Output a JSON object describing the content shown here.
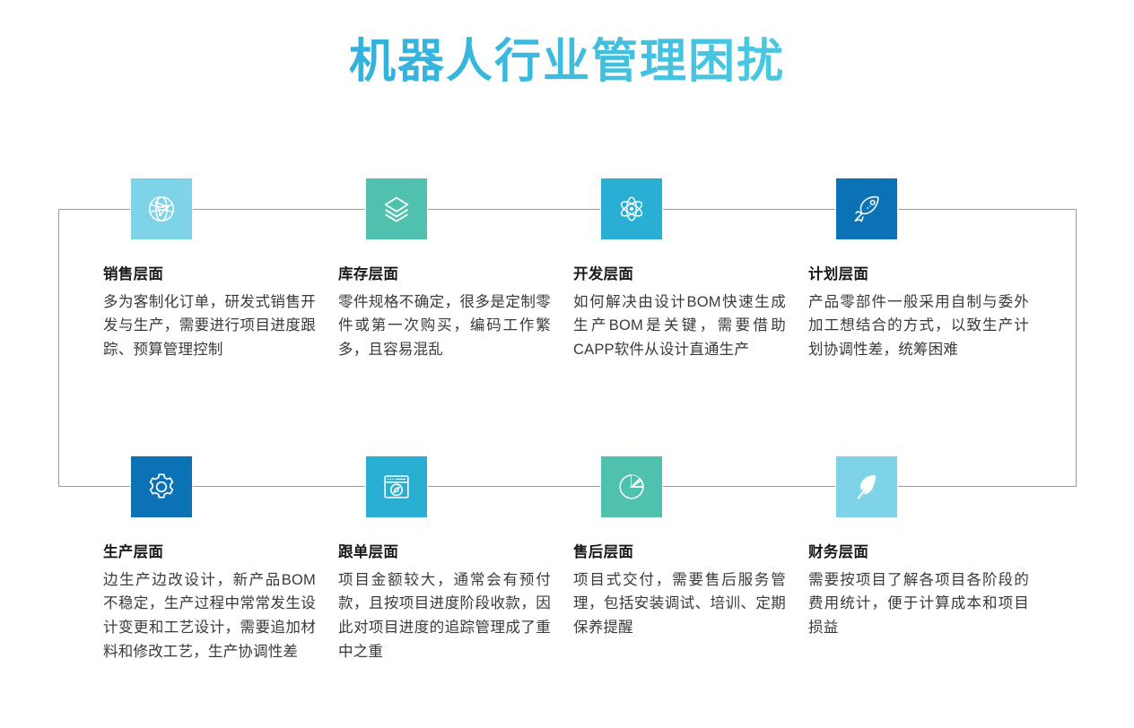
{
  "title": "机器人行业管理困扰",
  "theme": {
    "title_gradient_from": "#2f9fd6",
    "title_gradient_to": "#63d2e3",
    "connector_line": "#9b9b9b",
    "heading_color": "#1a1a1a",
    "body_color": "#3a3a3a"
  },
  "rows": [
    {
      "name": "top-row",
      "cards": [
        {
          "icon": "globe-network-icon",
          "tile_color": "#7FD3E8",
          "title": "销售层面",
          "desc": "多为客制化订单，研发式销售开发与生产，需要进行项目进度跟踪、预算管理控制"
        },
        {
          "icon": "layers-stack-icon",
          "tile_color": "#4FC1AE",
          "title": "库存层面",
          "desc": "零件规格不确定，很多是定制零件或第一次购买，编码工作繁多，且容易混乱"
        },
        {
          "icon": "atom-icon",
          "tile_color": "#29AFD4",
          "title": "开发层面",
          "desc": "如何解决由设计BOM快速生成生产BOM是关键，需要借助CAPP软件从设计直通生产"
        },
        {
          "icon": "rocket-icon",
          "tile_color": "#0A72B5",
          "title": "计划层面",
          "desc": "产品零部件一般采用自制与委外加工想结合的方式，以致生产计划协调性差，统筹困难"
        }
      ]
    },
    {
      "name": "bottom-row",
      "cards": [
        {
          "icon": "gear-icon",
          "tile_color": "#0A72B5",
          "title": "生产层面",
          "desc": "边生产边改设计，新产品BOM不稳定，生产过程中常常发生设计变更和工艺设计，需要追加材料和修改工艺，生产协调性差"
        },
        {
          "icon": "browser-compass-icon",
          "tile_color": "#29AFD4",
          "title": "跟单层面",
          "desc": "项目金额较大，通常会有预付款，且按项目进度阶段收款，因此对项目进度的追踪管理成了重中之重"
        },
        {
          "icon": "pie-chart-icon",
          "tile_color": "#4FC1AE",
          "title": "售后层面",
          "desc": "项目式交付，需要售后服务管理，包括安装调试、培训、定期保养提醒"
        },
        {
          "icon": "feather-icon",
          "tile_color": "#7FD3E8",
          "title": "财务层面",
          "desc": "需要按项目了解各项目各阶段的费用统计，便于计算成本和项目损益"
        }
      ]
    }
  ]
}
